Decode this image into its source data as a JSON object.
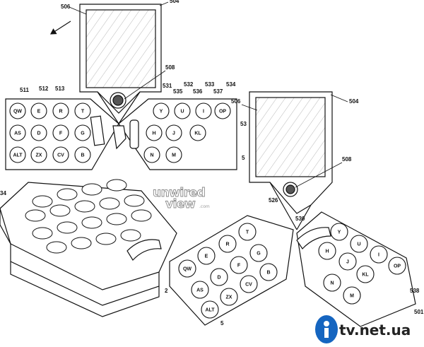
{
  "reference_numerals": {
    "top_display": "506",
    "top_device": "504",
    "top_button": "508",
    "left_keys": [
      "511",
      "512",
      "513"
    ],
    "right_keys": [
      "531",
      "532",
      "533",
      "534",
      "535",
      "536",
      "537"
    ],
    "right_edge_partial": "53",
    "right_edge_partial_2": "5",
    "left_edge_partial": "34",
    "bottom_display": "506",
    "bottom_device": "504",
    "bottom_button": "508",
    "hinge_left": "526",
    "hinge_right": "530",
    "bottom_right_1": "538",
    "bottom_right_2": "501",
    "bottom_left_partial": "2",
    "bottom_tiny": "5"
  },
  "keypad_top_left": [
    "QW",
    "E",
    "R",
    "T",
    "AS",
    "D",
    "F",
    "G",
    "ALT",
    "ZX",
    "CV",
    "B"
  ],
  "keypad_top_right": [
    "Y",
    "U",
    "I",
    "OP",
    "H",
    "J",
    "KL",
    "N",
    "M"
  ],
  "keypad_bottom_left": [
    "QW",
    "E",
    "R",
    "T",
    "AS",
    "D",
    "F",
    "G",
    "ALT",
    "ZX",
    "CV",
    "B"
  ],
  "keypad_bottom_right": [
    "Y",
    "U",
    "I",
    "OP",
    "H",
    "J",
    "KL",
    "N",
    "M"
  ],
  "watermark": {
    "line1": "unwired",
    "line2": "view",
    "suffix": ".com"
  },
  "logo": {
    "text": "tv.net.ua",
    "color": "#1565c0"
  }
}
